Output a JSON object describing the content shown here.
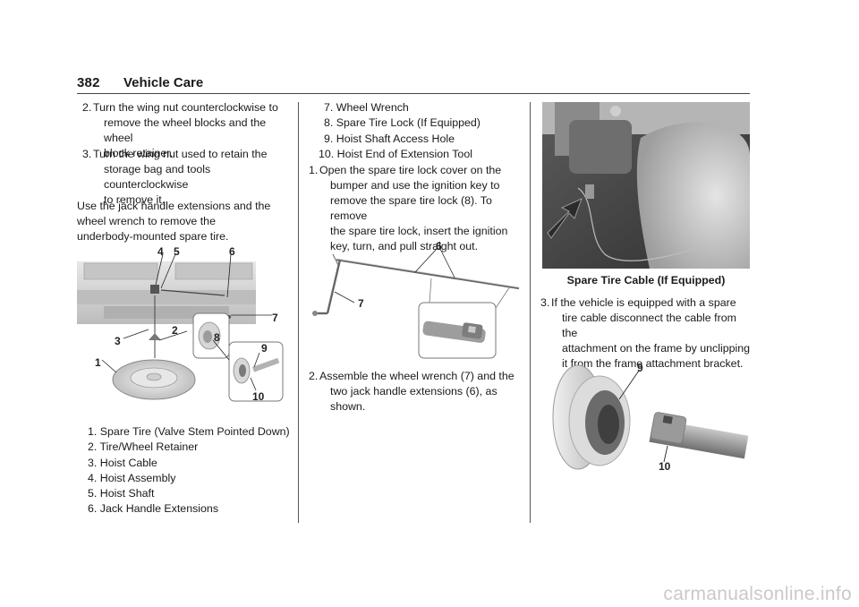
{
  "header": {
    "page_number": "382",
    "section_title": "Vehicle Care"
  },
  "col1": {
    "steps": [
      {
        "num": "2.",
        "lines": [
          "Turn the wing nut counterclockwise to",
          "remove the wheel blocks and the wheel",
          "block retainer."
        ]
      },
      {
        "num": "3.",
        "lines": [
          "Turn the wing nut used to retain the",
          "storage bag and tools counterclockwise",
          "to remove it."
        ]
      }
    ],
    "paragraph": [
      "Use the jack handle extensions and the",
      "wheel wrench to remove the",
      "underbody-mounted spare tire."
    ],
    "figure_labels": [
      "4",
      "5",
      "6",
      "7",
      "8",
      "2",
      "3",
      "1",
      "9",
      "10"
    ],
    "legend": [
      "1. Spare Tire (Valve Stem Pointed Down)",
      "2. Tire/Wheel Retainer",
      "3. Hoist Cable",
      "4. Hoist Assembly",
      "5. Hoist Shaft",
      "6. Jack Handle Extensions"
    ]
  },
  "col2": {
    "legend": [
      "7. Wheel Wrench",
      "8. Spare Tire Lock (If Equipped)",
      "9. Hoist Shaft Access Hole",
      "10. Hoist End of Extension Tool"
    ],
    "step1": {
      "num": "1.",
      "lines": [
        "Open the spare tire lock cover on the",
        "bumper and use the ignition key to",
        "remove the spare tire lock (8). To remove",
        "the spare tire lock, insert the ignition",
        "key, turn, and pull straight out."
      ]
    },
    "figure_labels": [
      "6",
      "7"
    ],
    "step2": {
      "num": "2.",
      "lines": [
        "Assemble the wheel wrench (7) and the",
        "two jack handle extensions (6), as shown."
      ]
    }
  },
  "col3": {
    "photo_caption": "Spare Tire Cable (If Equipped)",
    "step3": {
      "num": "3.",
      "lines": [
        "If the vehicle is equipped with a spare",
        "tire cable disconnect the cable from the",
        "attachment on the frame by unclipping",
        "it from the frame attachment bracket."
      ]
    },
    "figure_labels": [
      "9",
      "10"
    ]
  },
  "watermark": "carmanualsonline.info"
}
